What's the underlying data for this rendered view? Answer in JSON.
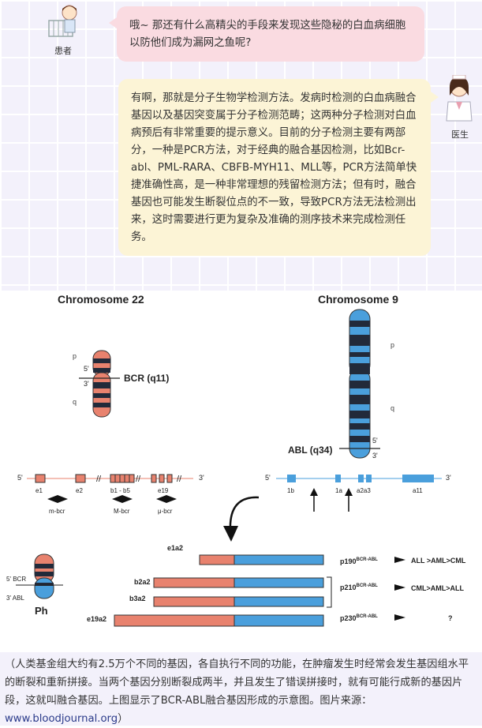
{
  "chat": {
    "patient": {
      "label": "患者",
      "message": "哦~ 那还有什么高精尖的手段来发现这些隐秘的白血病细胞以防他们成为漏网之鱼呢?"
    },
    "doctor": {
      "label": "医生",
      "message": "有啊，那就是分子生物学检测方法。发病时检测的白血病融合基因以及基因突变属于分子检测范畴；这两种分子检测对白血病预后有非常重要的提示意义。目前的分子检测主要有两部分，一种是PCR方法，对于经典的融合基因检测，比如Bcr-abl、PML-RARA、CBFB-MYH11、MLL等，PCR方法简单快捷准确性高，是一种非常理想的残留检测方法；但有时，融合基因也可能发生断裂位点的不一致，导致PCR方法无法检测出来，这时需要进行更为复杂及准确的测序技术来完成检测任务。"
    }
  },
  "figure": {
    "chr22_title": "Chromosome 22",
    "chr9_title": "Chromosome 9",
    "bcr_label": "BCR (q11)",
    "abl_label": "ABL (q34)",
    "p_arm": "p",
    "q_arm": "q",
    "five_prime": "5'",
    "three_prime": "3'",
    "bcr_exons": [
      "e1",
      "e2",
      "b1 - b5",
      "e19"
    ],
    "breakpoint_regions": [
      "m-bcr",
      "M-bcr",
      "μ-bcr"
    ],
    "abl_exons": [
      "1b",
      "1a",
      "a2a3",
      "a11"
    ],
    "ph_label": "Ph",
    "ph_bcr": "5' BCR",
    "ph_abl": "3' ABL",
    "transcripts": [
      {
        "name": "e1a2",
        "protein_base": "p190",
        "protein_sup": "BCR-ABL",
        "disease": "ALL >AML>CML"
      },
      {
        "name": "b2a2",
        "protein_base": "p210",
        "protein_sup": "BCR-ABL",
        "disease": "CML>AML>ALL"
      },
      {
        "name": "b3a2"
      },
      {
        "name": "e19a2",
        "protein_base": "p230",
        "protein_sup": "BCR-ABL",
        "disease": "?"
      }
    ],
    "colors": {
      "bcr": "#e8826e",
      "abl": "#4a9fdc",
      "band": "#222a3a"
    }
  },
  "caption": {
    "text": "（人类基金组大约有2.5万个不同的基因，各自执行不同的功能，在肿瘤发生时经常会发生基因组水平的断裂和重新拼接。当两个基因分别断裂成两半，并且发生了错误拼接时，就有可能行成新的基因片段，这就叫融合基因。上图显示了BCR-ABL融合基因形成的示意图。图片来源：",
    "link": "www.bloodjournal.org",
    "close": "）"
  }
}
